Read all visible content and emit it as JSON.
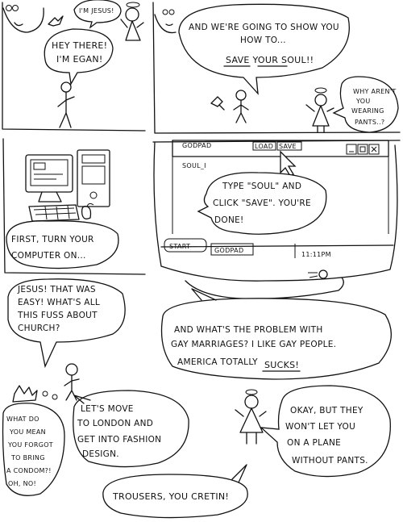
{
  "panel1": {
    "jesus_label": "I'M JESUS!",
    "megan_greeting": [
      "HEY THERE!",
      "I'M EGAN!"
    ]
  },
  "panel2": {
    "narration": [
      "AND WE'RE GOING TO SHOW YOU",
      "HOW TO..."
    ],
    "headline": "SAVE YOUR SOUL!!",
    "angel_question": [
      "WHY AREN'T",
      "YOU",
      "WEARING",
      "PANTS..?"
    ]
  },
  "panel3": {
    "caption": [
      "FIRST, TURN YOUR",
      "COMPUTER ON..."
    ]
  },
  "panel4": {
    "app_title": "GODPAD",
    "menu_load": "LOAD",
    "menu_save": "SAVE",
    "document_text": "SOUL_I",
    "instruction": [
      "TYPE \"SOUL\" AND",
      "CLICK \"SAVE\". YOU'RE",
      "DONE!"
    ],
    "start_button": "START",
    "taskbar_item": "GODPAD",
    "clock": "11:11PM"
  },
  "panel5": {
    "megan_question": [
      "JESUS! THAT WAS",
      "EASY! WHAT'S ALL",
      "THIS FUSS ABOUT",
      "CHURCH?"
    ],
    "megan_rant": [
      "AND WHAT'S THE PROBLEM WITH",
      "GAY MARRIAGES? I LIKE GAY PEOPLE.",
      "AMERICA TOTALLY"
    ],
    "rant_emphasis": "SUCKS!",
    "side_voice": [
      "WHAT DO",
      "YOU MEAN",
      "YOU FORGOT",
      "TO BRING",
      "A CONDOM?!",
      "OH, NO!"
    ],
    "megan_plan": [
      "LET'S MOVE",
      "TO LONDON AND",
      "GET INTO FASHION",
      "DESIGN."
    ],
    "angel_reply": [
      "OKAY, BUT THEY",
      "WON'T LET YOU",
      "ON A PLANE",
      "WITHOUT PANTS."
    ],
    "final_retort": "TROUSERS, YOU CRETIN!"
  }
}
